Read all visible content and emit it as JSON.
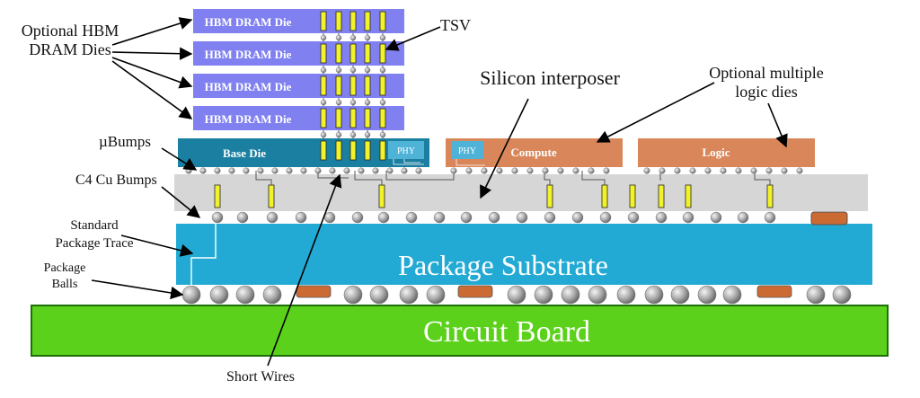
{
  "labels": {
    "hbm_dies_line1": "Optional HBM",
    "hbm_dies_line2": "DRAM Dies",
    "tsv": "TSV",
    "silicon_interposer": "Silicon interposer",
    "logic_dies_line1": "Optional multiple",
    "logic_dies_line2": "logic dies",
    "ubumps": "µBumps",
    "c4_bumps": "C4 Cu Bumps",
    "trace_line1": "Standard",
    "trace_line2": "Package Trace",
    "balls_line1": "Package",
    "balls_line2": "Balls",
    "short_wires": "Short Wires"
  },
  "dies": {
    "hbm": [
      "HBM DRAM Die",
      "HBM DRAM Die",
      "HBM DRAM Die",
      "HBM DRAM Die"
    ],
    "base_die": "Base Die",
    "phy_left": "PHY",
    "phy_right": "PHY",
    "compute": "Compute",
    "logic": "Logic"
  },
  "package_substrate": "Package Substrate",
  "circuit_board": "Circuit Board",
  "colors": {
    "hbm_die": "#8080f0",
    "base_die": "#1a7fa0",
    "phy": "#4fb3d8",
    "logic_die": "#d9875a",
    "interposer": "#d6d6d6",
    "substrate": "#22aad4",
    "board": "#5cd11c",
    "tsv": "#f2f22a",
    "pad": "#cc6a33"
  }
}
